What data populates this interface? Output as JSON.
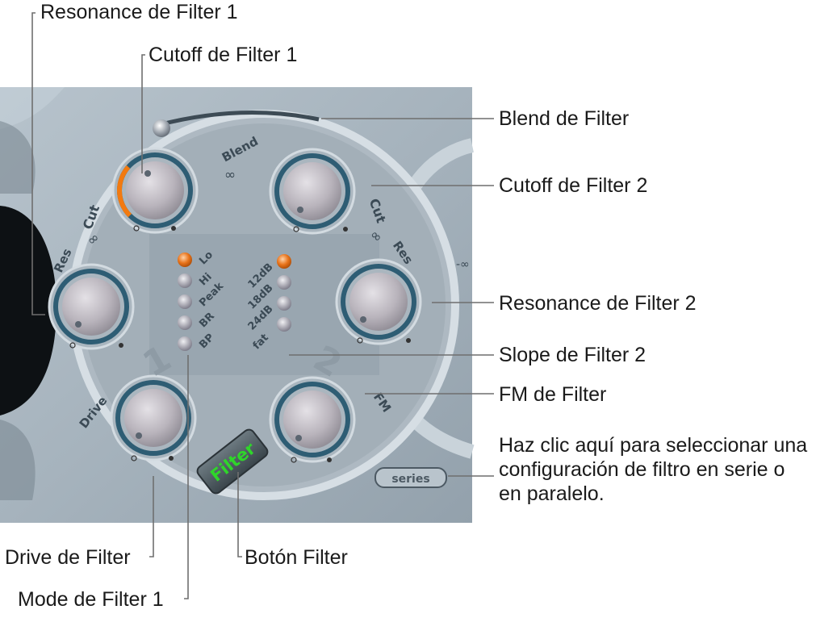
{
  "panel": {
    "blend_label": "Blend",
    "filter1": {
      "cut_label": "Cut",
      "res_label": "Res",
      "drive_label": "Drive",
      "number": "1",
      "cutoff_level": 0.32,
      "modes": [
        "Lo",
        "Hi",
        "Peak",
        "BR",
        "BP"
      ],
      "selected_mode": "Lo"
    },
    "filter2": {
      "cut_label": "Cut",
      "res_label": "Res",
      "fm_label": "FM",
      "number": "2",
      "slopes": [
        "12dB",
        "18dB",
        "24dB",
        "fat"
      ],
      "selected_slope": "12dB"
    },
    "filter_button_label": "Filter",
    "series_button_label": "series"
  },
  "colors": {
    "panel": "#a9b5bf",
    "ring_teal": "#2e5d74",
    "cutoff_orange": "#f27a10",
    "led_on": "#e8731a",
    "filter_button_bg": "#4d5a60",
    "filter_button_text": "#2fd62a"
  },
  "callouts": {
    "filter1_resonance": "Resonance de Filter 1",
    "filter1_cutoff": "Cutoff de Filter 1",
    "filter_blend": "Blend de Filter",
    "filter2_cutoff": "Cutoff de Filter 2",
    "filter2_resonance": "Resonance de Filter 2",
    "filter2_slope": "Slope de Filter 2",
    "filter_fm": "FM de Filter",
    "series_hint": "Haz clic aquí para seleccionar una configuración de filtro en serie o en paralelo.",
    "filter_drive": "Drive de Filter",
    "filter_button": "Botón Filter",
    "filter1_mode": "Mode de Filter 1"
  }
}
